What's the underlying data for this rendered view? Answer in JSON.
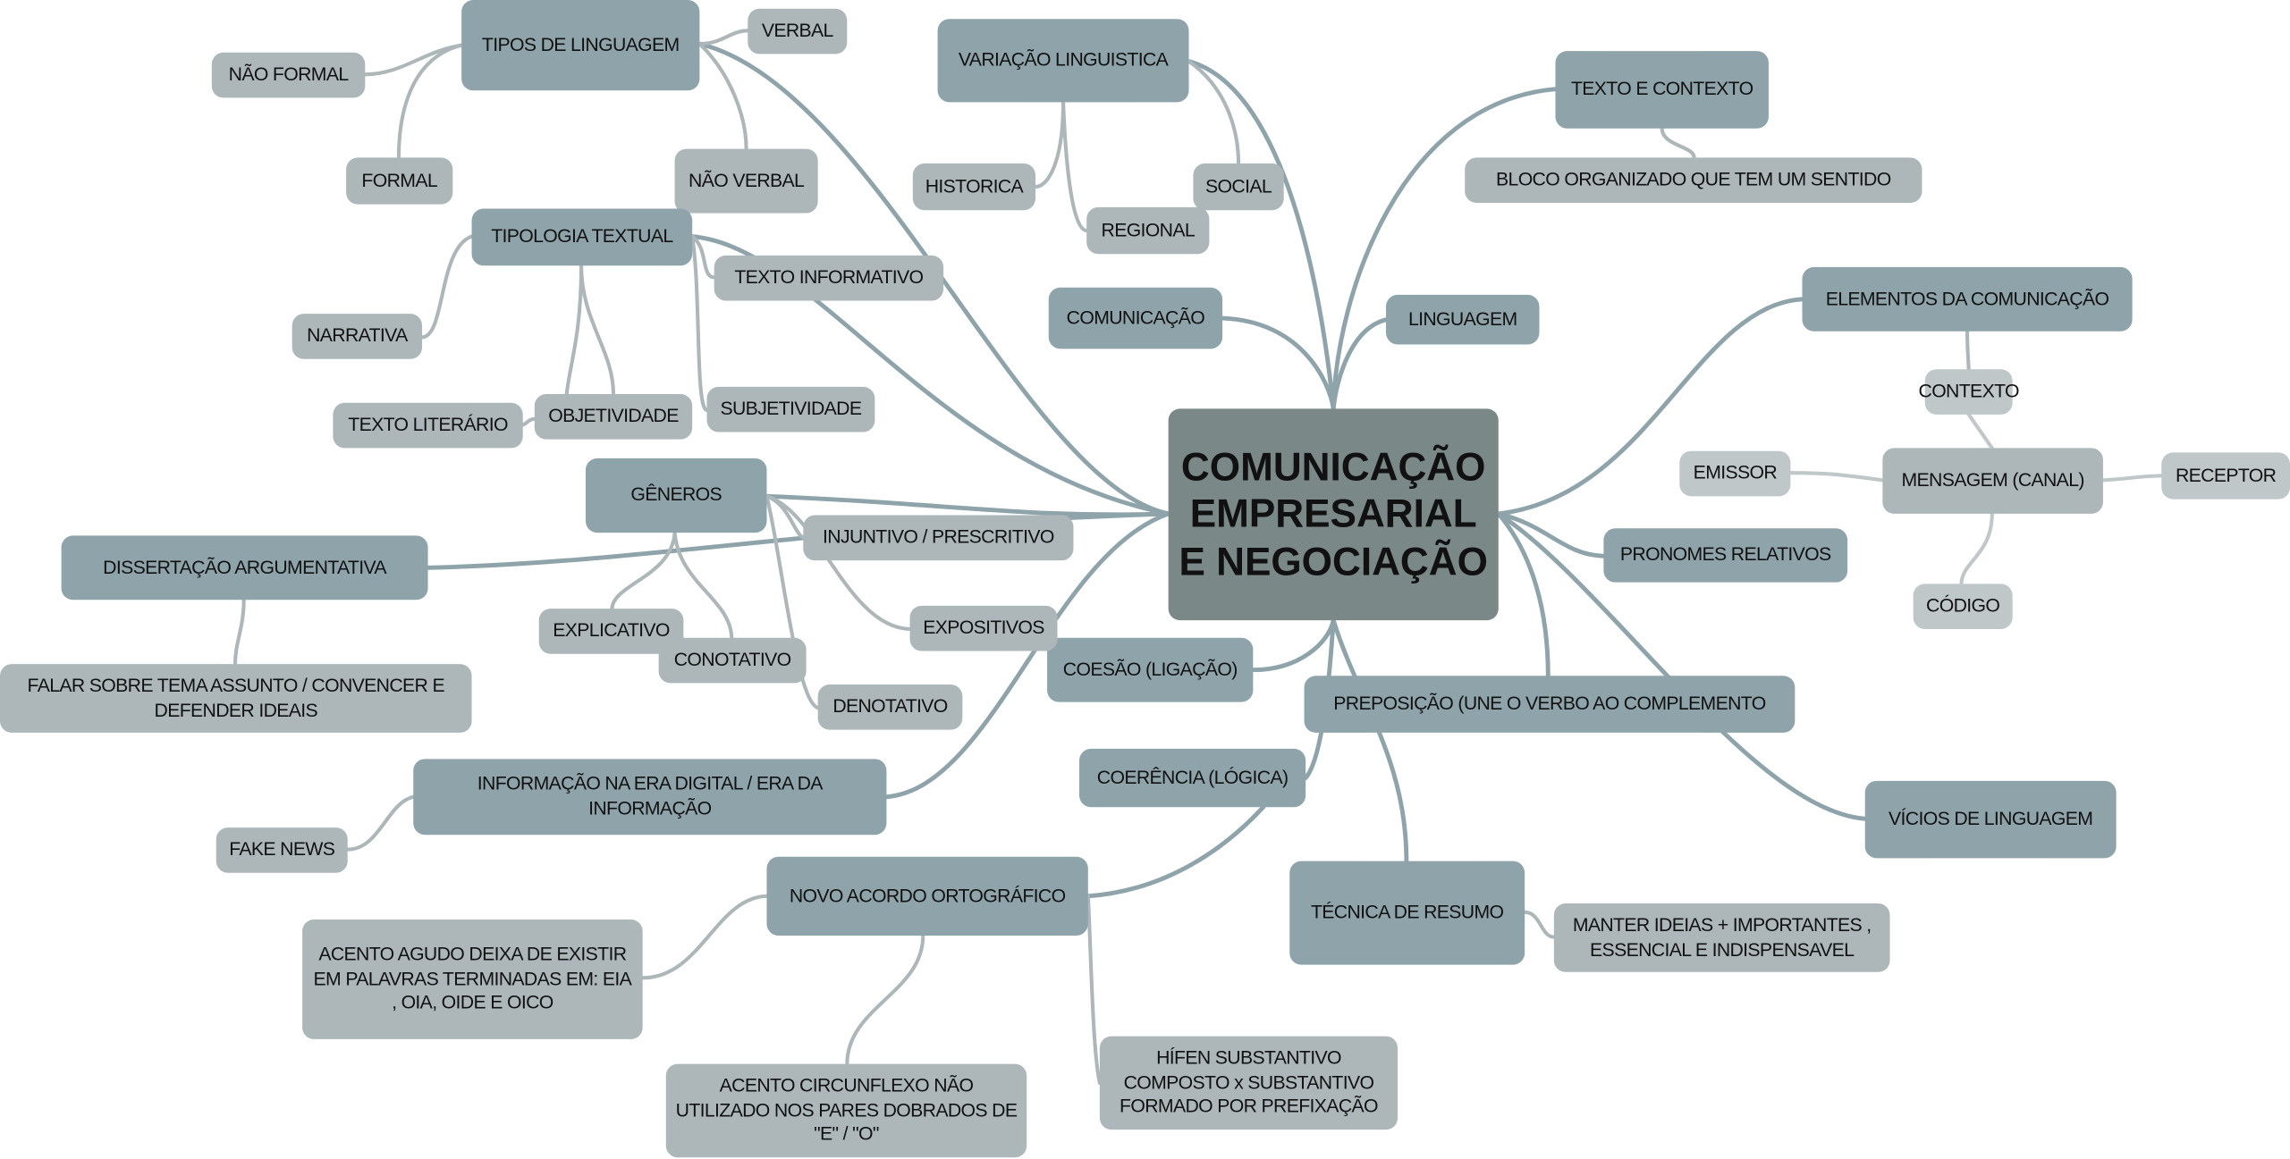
{
  "central": "COMUNICAÇÃO EMPRESARIAL E NEGOCIAÇÃO",
  "nodes": {
    "tipos_linguagem": "TIPOS DE LINGUAGEM",
    "verbal": "VERBAL",
    "nao_formal": "NÃO FORMAL",
    "formal": "FORMAL",
    "nao_verbal": "NÃO VERBAL",
    "tipologia_textual": "TIPOLOGIA TEXTUAL",
    "texto_informativo": "TEXTO INFORMATIVO",
    "narrativa": "NARRATIVA",
    "texto_literario": "TEXTO LITERÁRIO",
    "objetividade": "OBJETIVIDADE",
    "subjetividade": "SUBJETIVIDADE",
    "variacao_linguistica": "VARIAÇÃO LINGUISTICA",
    "historica": "HISTORICA",
    "regional": "REGIONAL",
    "social": "SOCIAL",
    "comunicacao": "COMUNICAÇÃO",
    "linguagem": "LINGUAGEM",
    "texto_contexto": "TEXTO E CONTEXTO",
    "bloco_organizado": "BLOCO ORGANIZADO QUE TEM UM SENTIDO",
    "elementos_comunicacao": "ELEMENTOS DA COMUNICAÇÃO",
    "contexto": "CONTEXTO",
    "mensagem": "MENSAGEM (CANAL)",
    "emissor": "EMISSOR",
    "receptor": "RECEPTOR",
    "codigo": "CÓDIGO",
    "pronomes_relativos": "PRONOMES RELATIVOS",
    "preposicao": "PREPOSIÇÃO (UNE O VERBO AO COMPLEMENTO",
    "vicios_linguagem": "VÍCIOS DE LINGUAGEM",
    "tecnica_resumo": "TÉCNICA DE RESUMO",
    "manter_ideias": "MANTER IDEIAS + IMPORTANTES , ESSENCIAL E INDISPENSAVEL",
    "coesao": "COESÃO (LIGAÇÃO)",
    "coerencia": "COERÊNCIA (LÓGICA)",
    "generos": "GÊNEROS",
    "injuntivo": "INJUNTIVO / PRESCRITIVO",
    "dissertacao": "DISSERTAÇÃO ARGUMENTATIVA",
    "falar_sobre": "FALAR SOBRE TEMA ASSUNTO / CONVENCER E DEFENDER IDEAIS",
    "explicativo": "EXPLICATIVO",
    "conotativo": "CONOTATIVO",
    "expositivos": "EXPOSITIVOS",
    "denotativo": "DENOTATIVO",
    "informacao_digital": "INFORMAÇÃO NA ERA DIGITAL / ERA DA INFORMAÇÃO",
    "fake_news": "FAKE NEWS",
    "novo_acordo": "NOVO ACORDO ORTOGRÁFICO",
    "acento_agudo": "ACENTO AGUDO DEIXA DE EXISTIR EM PALAVRAS TERMINADAS EM: EIA , OIA, OIDE E OICO",
    "acento_circunflexo": "ACENTO CIRCUNFLEXO NÃO UTILIZADO NOS PARES DOBRADOS DE \"E\" / \"O\"",
    "hifen": "HÍFEN SUBSTANTIVO COMPOSTO x SUBSTANTIVO FORMADO POR PREFIXAÇÃO"
  },
  "colors": {
    "central": "#7b8888",
    "main_topic": "#8fa4aa",
    "subtopic": "#adb7ba",
    "third_level": "#bfc7c9"
  }
}
